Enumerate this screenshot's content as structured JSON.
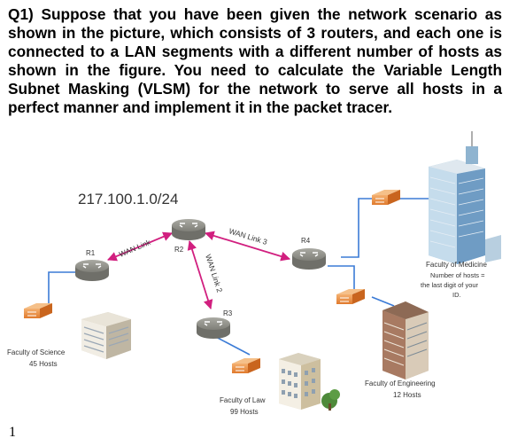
{
  "question": {
    "text": "Q1) Suppose that you have been given the network scenario as shown in the picture, which consists of 3 routers, and each one is connected to a LAN segments with a different number of hosts as shown in the figure. You need to calculate the Variable Length Subnet Masking (VLSM) for the network to serve all hosts in a perfect manner and implement it in the packet tracer."
  },
  "diagram": {
    "network_address": "217.100.1.0/24",
    "routers": {
      "r1": "R1",
      "r2": "R2",
      "r3": "R3",
      "r4": "R4"
    },
    "wan_links": {
      "r1_r2": "WAN Link",
      "r2_r4": "WAN Link 3",
      "r2_r3": "WAN Link 2"
    },
    "lans": {
      "science": {
        "name": "Faculty of Science",
        "hosts": "45 Hosts"
      },
      "law": {
        "name": "Faculty of Law",
        "hosts": "99 Hosts"
      },
      "medicine": {
        "name": "Faculty of Medicine",
        "note_line1": "Number of hosts =",
        "note_line2": "the last digit of your",
        "note_line3": "ID."
      },
      "engineering": {
        "name": "Faculty of Engineering",
        "hosts": "12 Hosts"
      }
    },
    "colors": {
      "router": "#8b8b84",
      "switch": "#e88b3a",
      "link": "#3b7bd6",
      "wan_arrow": "#d11f7f",
      "note": "#2d62b8"
    }
  },
  "page_number": "1"
}
